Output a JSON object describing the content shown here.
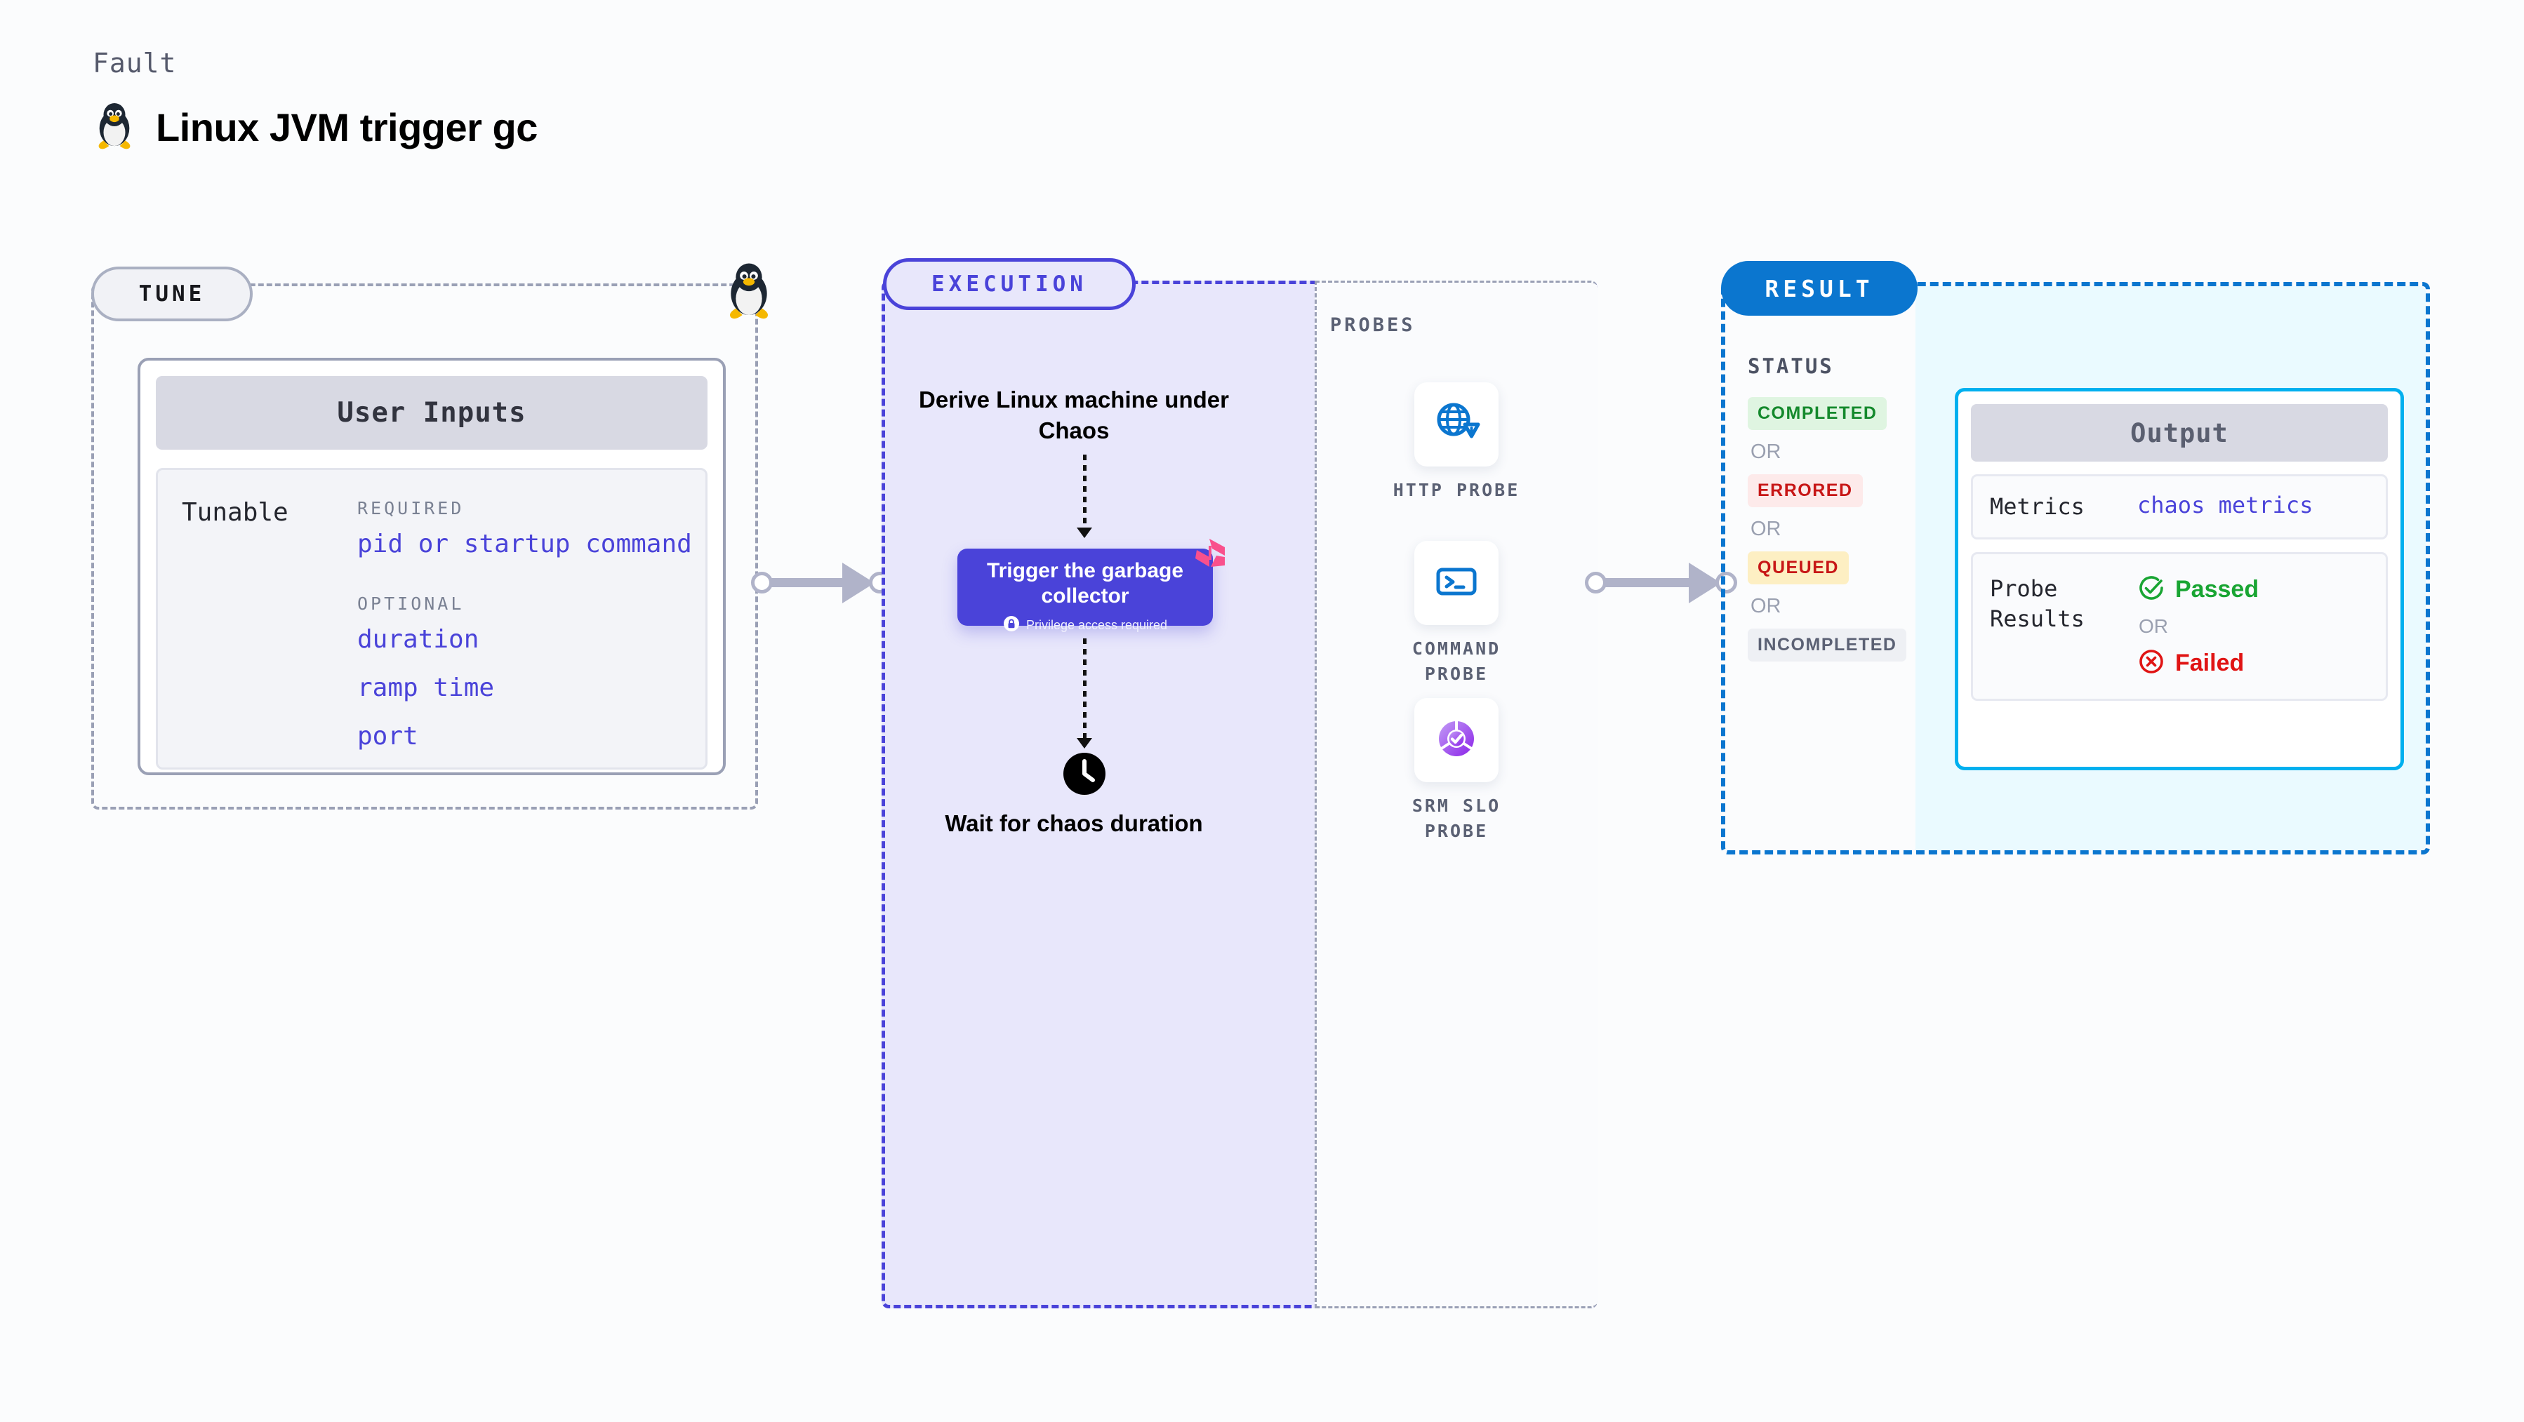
{
  "header": {
    "kicker": "Fault",
    "title": "Linux JVM trigger gc",
    "icon": "tux-penguin-icon"
  },
  "tune": {
    "pill_label": "TUNE",
    "card_title": "User Inputs",
    "tunable_key": "Tunable",
    "required_label": "REQUIRED",
    "optional_label": "OPTIONAL",
    "required_items": [
      "pid or startup command"
    ],
    "optional_items": [
      "duration",
      "ramp time",
      "port"
    ],
    "edge_icon": "tux-penguin-icon"
  },
  "execution": {
    "pill_label": "EXECUTION",
    "step_derive": "Derive Linux machine under Chaos",
    "action_title": "Trigger the garbage collector",
    "privilege_note": "Privilege access required",
    "privilege_icon": "lock-icon",
    "brand_icon": "harness-logo-icon",
    "wait_icon": "clock-icon",
    "step_wait": "Wait for chaos duration"
  },
  "probes": {
    "section_label": "PROBES",
    "items": [
      {
        "name": "HTTP PROBE",
        "icon": "globe-warning-icon"
      },
      {
        "name": "COMMAND PROBE",
        "icon": "terminal-icon"
      },
      {
        "name": "SRM SLO PROBE",
        "icon": "slo-donut-check-icon"
      }
    ]
  },
  "result": {
    "pill_label": "RESULT",
    "status_label": "STATUS",
    "or_label": "OR",
    "statuses": [
      {
        "label": "COMPLETED",
        "color": "#14892c",
        "bg": "#dff5e1"
      },
      {
        "label": "ERRORED",
        "color": "#c71616",
        "bg": "#fdeaea"
      },
      {
        "label": "QUEUED",
        "color": "#c71616",
        "bg": "#fdefc3"
      },
      {
        "label": "INCOMPLETED",
        "color": "#5b6174",
        "bg": "#eef0f4"
      }
    ],
    "output": {
      "title": "Output",
      "metrics_key": "Metrics",
      "metrics_value": "chaos metrics",
      "probe_results_key": "Probe Results",
      "passed_label": "Passed",
      "failed_label": "Failed",
      "or_label": "OR",
      "passed_icon": "check-circle-icon",
      "failed_icon": "x-circle-icon"
    }
  },
  "connectors": [
    {
      "name": "tune-to-execution"
    },
    {
      "name": "execution-to-result"
    }
  ],
  "colors": {
    "accent_purple": "#4a43d9",
    "accent_blue": "#0b76cf",
    "accent_cyan": "#00b0ef",
    "brand_pink": "#f9508c"
  }
}
